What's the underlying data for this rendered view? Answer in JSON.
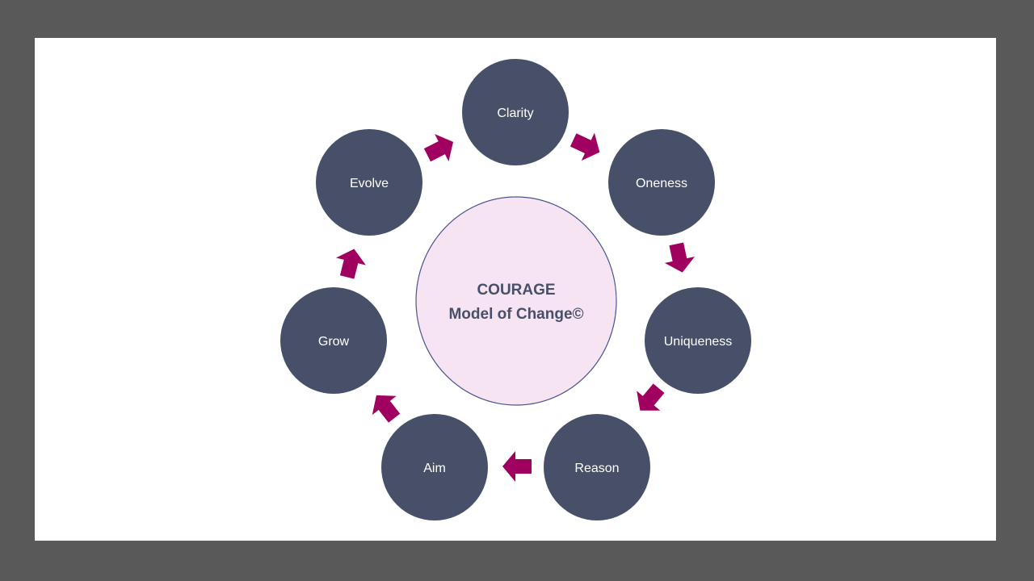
{
  "diagram": {
    "center": {
      "title": "COURAGE",
      "subtitle": "Model of Change©"
    },
    "nodes": [
      {
        "label": "Clarity"
      },
      {
        "label": "Oneness"
      },
      {
        "label": "Uniqueness"
      },
      {
        "label": "Reason"
      },
      {
        "label": "Aim"
      },
      {
        "label": "Grow"
      },
      {
        "label": "Evolve"
      }
    ],
    "colors": {
      "frame": "#595959",
      "background": "#ffffff",
      "node_fill": "#475068",
      "node_text": "#ffffff",
      "center_fill": "#f6e4f3",
      "center_stroke": "#4a5590",
      "center_text": "#475068",
      "arrow": "#a0005f"
    }
  }
}
